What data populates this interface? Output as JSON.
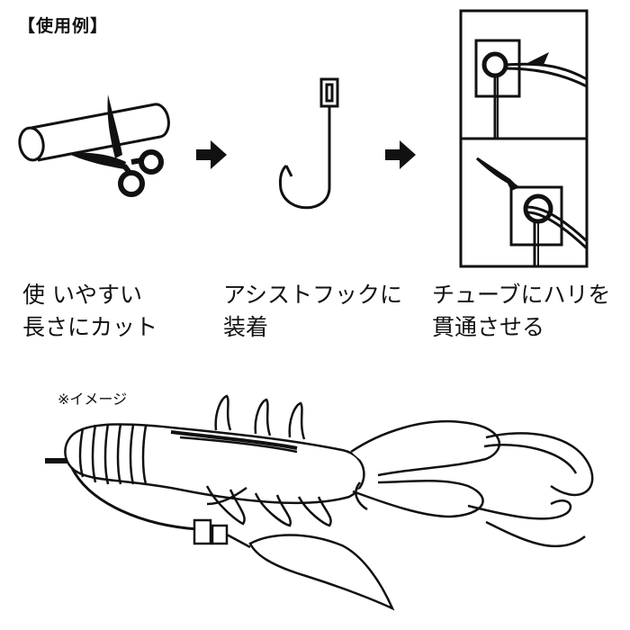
{
  "title": "【使用例】",
  "steps": [
    {
      "line1": "使 いやすい",
      "line2": "長さにカット"
    },
    {
      "line1": "アシストフックに",
      "line2": "装着"
    },
    {
      "line1": "チューブにハリを",
      "line2": "貫通させる"
    }
  ],
  "note": "※イメージ",
  "icons": {
    "scissors": "scissors-icon",
    "arrow": "arrow-right-icon",
    "hook": "hook-icon"
  }
}
